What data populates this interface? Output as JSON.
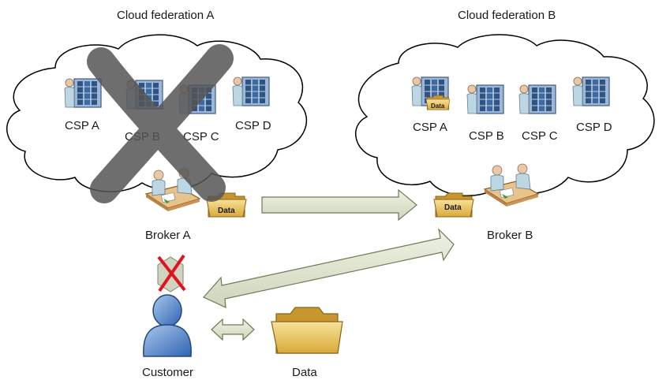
{
  "federations": [
    {
      "title": "Cloud federation A",
      "csps": [
        "CSP A",
        "CSP B",
        "CSP C",
        "CSP D"
      ]
    },
    {
      "title": "Cloud federation B",
      "csps": [
        "CSP A",
        "CSP B",
        "CSP C",
        "CSP D"
      ]
    }
  ],
  "brokers": [
    "Broker A",
    "Broker B"
  ],
  "customer": {
    "label": "Customer"
  },
  "data": {
    "folder_tag": "Data",
    "label": "Data"
  },
  "colors": {
    "cloud_stroke": "#000000",
    "arrow_fill": "#dfe4d1",
    "arrow_stroke": "#6d7a55",
    "cross_mark": "#555555",
    "red_cross": "#e0141e",
    "folder": "#e8c35a",
    "person_blue": "#5b8fd0"
  },
  "icons": {
    "csp": "server-admin-icon",
    "broker": "broker-desk-icon",
    "customer": "user-icon",
    "folder": "folder-icon",
    "failed_mark": "red-x-icon"
  }
}
